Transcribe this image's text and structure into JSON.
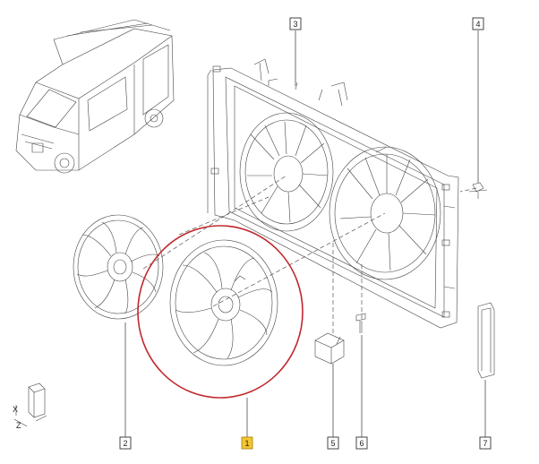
{
  "callouts": [
    {
      "id": "1",
      "highlighted": true
    },
    {
      "id": "2",
      "highlighted": false
    },
    {
      "id": "3",
      "highlighted": false
    },
    {
      "id": "4",
      "highlighted": false
    },
    {
      "id": "5",
      "highlighted": false
    },
    {
      "id": "6",
      "highlighted": false
    },
    {
      "id": "7",
      "highlighted": false
    }
  ],
  "orientation": {
    "x": "X",
    "z": "Z"
  },
  "colors": {
    "highlight_circle": "#c0282d",
    "highlight_label": "#f4c430",
    "line": "#333333"
  }
}
